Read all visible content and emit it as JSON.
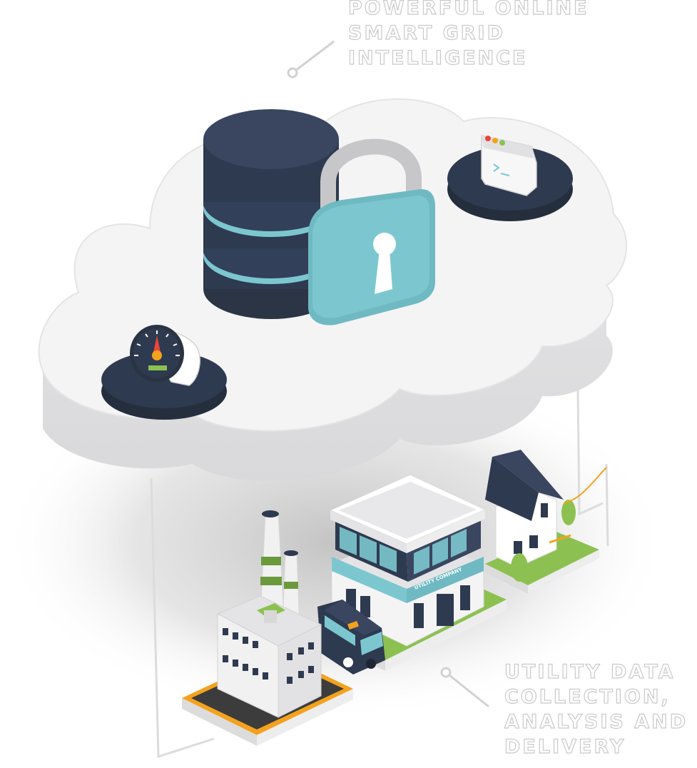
{
  "captions": {
    "top": [
      "POWERFUL ONLINE",
      "SMART GRID",
      "INTELLIGENCE"
    ],
    "bottom": [
      "UTILITY DATA",
      "COLLECTION,",
      "ANALYSIS AND",
      "DELIVERY"
    ]
  },
  "labels": {
    "utility_company_sign": "UTILITY COMPANY"
  },
  "icons": [
    "database-icon",
    "padlock-icon",
    "terminal-window-icon",
    "gauge-meter-icon",
    "factory-icon",
    "office-building-icon",
    "delivery-van-icon",
    "house-icon"
  ],
  "colors": {
    "navy": "#2e3a4f",
    "teal": "#7cc7cf",
    "cloud": "#f3f3f4",
    "orange": "#f4a21e",
    "green": "#8cc152",
    "red": "#e8453c"
  }
}
